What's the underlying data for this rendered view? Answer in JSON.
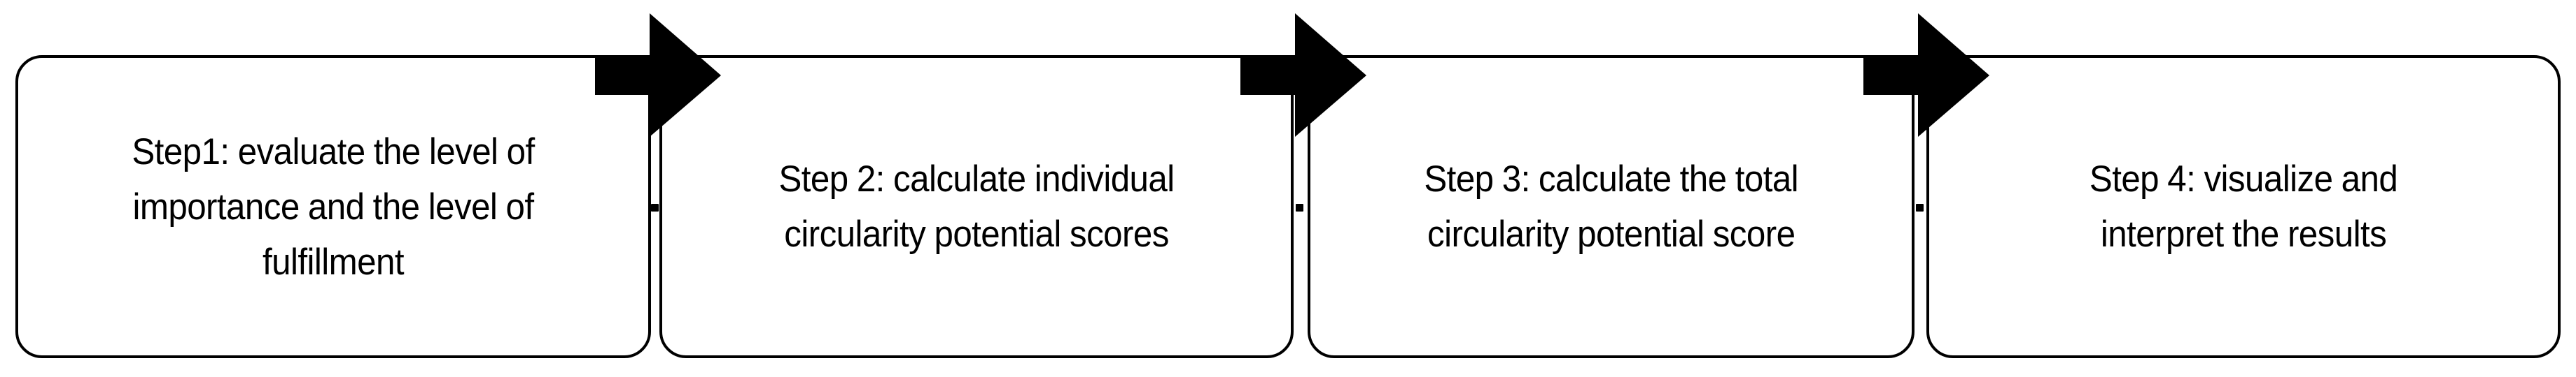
{
  "diagram": {
    "type": "horizontal-process-flow",
    "orientation": "left-to-right",
    "background_color": "#ffffff",
    "shape_fill_color": "#ffffff",
    "shape_border_color": "#000000",
    "arrow_color": "#000000",
    "text_color": "#000000",
    "step_count": 4,
    "connector_count": 3,
    "steps": [
      {
        "id": "step-1",
        "label": "Step1: evaluate the level of\nimportance and the level of\nfulfillment",
        "lines": [
          "Step1: evaluate the level of",
          "importance and the level of",
          "fulfillment"
        ]
      },
      {
        "id": "step-2",
        "label": "Step 2: calculate individual\ncircularity potential scores",
        "lines": [
          "Step 2: calculate individual",
          "circularity potential scores"
        ]
      },
      {
        "id": "step-3",
        "label": "Step 3: calculate the total\ncircularity potential score",
        "lines": [
          "Step 3: calculate the total",
          "circularity potential score"
        ]
      },
      {
        "id": "step-4",
        "label": "Step 4: visualize and\ninterpret the results",
        "lines": [
          "Step 4: visualize and",
          "interpret the results"
        ]
      }
    ],
    "connectors": [
      {
        "id": "arrow-1",
        "icon": "right-block-arrow-icon",
        "from": "step-1",
        "to": "step-2"
      },
      {
        "id": "arrow-2",
        "icon": "right-block-arrow-icon",
        "from": "step-2",
        "to": "step-3"
      },
      {
        "id": "arrow-3",
        "icon": "right-block-arrow-icon",
        "from": "step-3",
        "to": "step-4"
      }
    ]
  }
}
